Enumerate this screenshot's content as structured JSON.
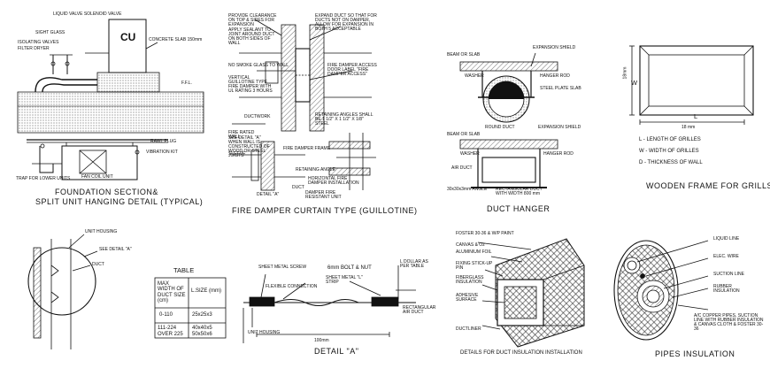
{
  "panel_foundation": {
    "cu": "CU",
    "liquid_valve": "LIQUID VALVE SOLENOID VALVE",
    "sight_glass": "SIGHT GLASS",
    "isolating_valves": "ISOLATING VALVES",
    "filter_dryer": "FILTER DRYER",
    "concrete_slab": "CONCRETE SLAB 150mm",
    "ffl": "F.F.L.",
    "rawl_plug": "RAWL PLUG",
    "vibration_kit": "VIBRATION KIT",
    "trap": "TRAP FOR LOWER UNITS",
    "fan_coil": "FAN COIL UNIT",
    "title_line1": "FOUNDATION SECTION&",
    "title_line2": "SPLIT UNIT HANGING DETAIL (TYPICAL)"
  },
  "panel_damper": {
    "n1": "PROVIDE CLEARANCE ON TOP & SIDES FOR EXPANSION",
    "n2": "APPLY SEALANT TO JOINT AROUND DUCT ON BOTH SIDES OF WALL",
    "n3": "EXPAND DUCT SO THAT FOR DUCTS NOT ON DAMPER, ALLOW FOR EXPANSION IN BOTH 5 ACCEPTABLE",
    "n4": "NO SMOKE GLASS TO WALL",
    "n5": "VERTICAL GUILLOTINE TYPE FIRE DAMPER WITH UL RATING 3 HOURS",
    "n6": "FIRE DAMPER ACCESS DOOR LABEL \"FIRE DAMPER ACCESS\"",
    "n7": "DUCTWORK",
    "n8": "FIRE RATED WALL",
    "n9": "SEE DETAIL \"A\" WHEN WALL IS CONSTRUCTED OF WOOD OR STEEL JOISTS",
    "n10": "RETAINING ANGLES SHALL BE 1 1/2\" X 1 1/2\" X 1/8\" STEEL",
    "n11": "SLEEVE",
    "n12": "FIRE DAMPER FRAME",
    "n13": "RETAINING ANGLE",
    "n14": "HORIZONTAL FIRE DAMPER INSTALLATION",
    "n15": "DUCT",
    "n16": "DETAIL \"A\"",
    "n17": "DAMPER FIRE RESISTANT UNIT",
    "title": "FIRE DAMPER CURTAIN TYPE (GUILLOTINE)"
  },
  "panel_hanger": {
    "expansion_shield": "EXPANSION SHIELD",
    "beam": "BEAM OR SLAB",
    "washer": "WASHER",
    "hanger_rod": "HANGER ROD",
    "steel_plate": "STEEL PLATE SLAB",
    "round_duct": "ROUND DUCT",
    "expansion_shield2": "EXPANSION SHIELD",
    "beam2": "BEAM OR SLAB",
    "washer2": "WASHER",
    "hanger_rod2": "HANGER ROD",
    "air_duct": "AIR DUCT",
    "angle": "30x30x3mm ANGLE",
    "rect_duct": "RECTANGULAR DUCT WITH WIDTH 800 mm",
    "title": "DUCT HANGER"
  },
  "panel_frame": {
    "h_label": "18mm",
    "w_label": "W",
    "d_label": "18 mm",
    "l_label": "L",
    "legend_l": "L  -  LENGTH OF GRILLES",
    "legend_w": "W  -  WIDTH OF GRILLES",
    "legend_d": "D  -  THICKNESS OF WALL",
    "title": "WOODEN FRAME FOR GRILLS"
  },
  "panel_housing": {
    "unit_housing": "UNIT HOUSING",
    "see_detail": "SEE DETAIL \"A\"",
    "duct": "DUCT"
  },
  "table": {
    "title": "TABLE",
    "header_col1": "MAX WIDTH OF DUCT SIZE (cm)",
    "header_col2": "L.SIZE (mm)",
    "rows": [
      {
        "size": "0-110",
        "l": "25x25x3"
      },
      {
        "size": "111-224",
        "l": "40x40x5"
      },
      {
        "size": "OVER 225",
        "l": "50x50x6"
      }
    ]
  },
  "panel_detail_a": {
    "sheet_screw": "SHEET METAL SCREW",
    "bolt": "6mm BOLT & NUT",
    "l_dollar": "L DOLLAR AS PER TABLE",
    "flexible": "FLEXIBLE CONNECTION",
    "strip": "SHEET METAL \"L\" STRIP",
    "rect_duct": "RECTANGULAR AIR DUCT",
    "unit_housing": "UNIT HOUSING",
    "dim": "100mm",
    "title": "DETAIL \"A\""
  },
  "panel_insulation": {
    "foster": "FOSTER 30-36 & W/P PAINT",
    "canvas": "CANVAS & Oz",
    "foil": "ALUMINIUM FOIL",
    "fixing": "FIXING STICK-UP PIN",
    "fiberglass": "FIBERGLASS INSULATION",
    "adhesive": "ADHESIVE SURFACE",
    "ductliner": "DUCTLINER",
    "title": "DETAILS FOR DUCT INSULATION INSTALLATION"
  },
  "panel_pipes": {
    "liquid": "LIQUID LINE",
    "elec": "ELEC. WIRE",
    "suction": "SUCTION LINE",
    "rubber": "RUBBER INSULATION",
    "note": "A/C COPPER PIPES, SUCTION LINE WITH RUBBER INSULATION & CANVAS CLOTH & FOSTER 30-36",
    "title": "PIPES INSULATION"
  }
}
